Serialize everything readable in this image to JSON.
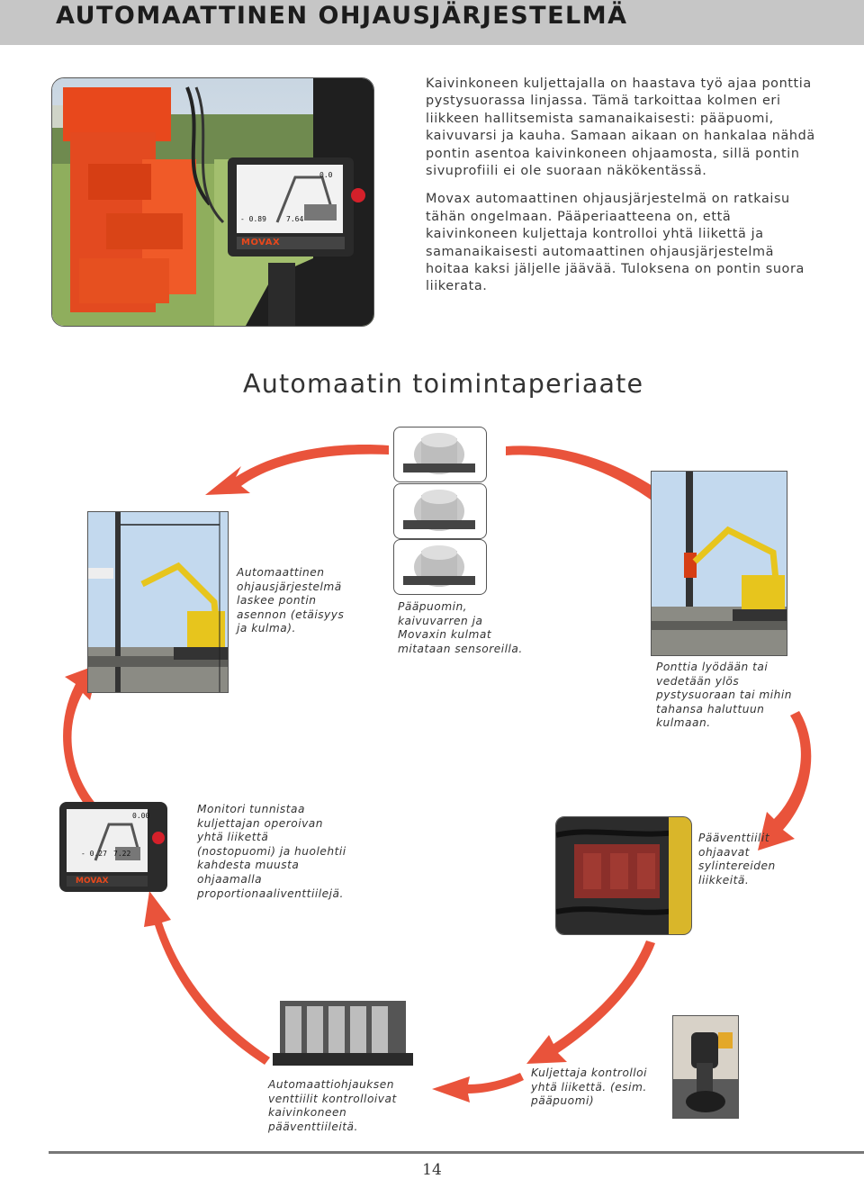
{
  "header": {
    "title": "AUTOMAATTINEN OHJAUSJÄRJESTELMÄ"
  },
  "intro": {
    "paragraph1": "Kaivinkoneen kuljettajalla on haastava työ ajaa ponttia pystysuorassa linjassa. Tämä tarkoittaa kolmen eri liikkeen hallitsemista samanaikaisesti: pääpuomi, kaivuvarsi ja kauha. Samaan aikaan on hankalaa nähdä pontin asentoa kaivinkoneen ohjaamosta, sillä pontin sivuprofiili ei ole suoraan näkökentässä.",
    "paragraph2": "Movax automaattinen ohjausjärjestelmä on ratkaisu tähän ongelmaan. Pääperiaatteena on, että kaivinkoneen kuljettaja kontrolloi yhtä liikettä ja samanaikaisesti automaattinen ohjausjärjestelmä hoitaa kaksi jäljelle jäävää. Tuloksena on pontin suora liikerata."
  },
  "hero_photo": {
    "brand_text": "MOVAX",
    "monitor_readouts": [
      "- 0.89",
      "7.64",
      "0.0"
    ]
  },
  "section": {
    "title": "Automaatin toimintaperiaate"
  },
  "steps": {
    "distance": {
      "caption": "Automaattinen ohjausjärjestelmä laskee pontin asennon (etäisyys ja kulma)."
    },
    "sensors": {
      "caption": "Pääpuomin, kaivuvarren ja Movaxin kulmat mitataan sensoreilla."
    },
    "driving": {
      "caption": "Ponttia lyödään tai vedetään ylös pystysuoraan tai mihin tahansa haluttuun kulmaan."
    },
    "monitor": {
      "caption": "Monitori tunnistaa kuljettajan operoivan yhtä liikettä (nostopuomi) ja huolehtii kahdesta muusta ohjaamalla proportionaaliventtiilejä.",
      "readouts": [
        "- 0.27",
        "7.22",
        "0.00"
      ],
      "brand_text": "MOVAX"
    },
    "main_valves": {
      "caption": "Pääventtiilit ohjaavat sylintereiden liikkeitä."
    },
    "auto_valves": {
      "caption": "Automaattiohjauksen venttiilit kontrolloivat kaivinkoneen pääventtiileitä."
    },
    "operator": {
      "caption": "Kuljettaja kontrolloi yhtä liikettä. (esim. pääpuomi)"
    }
  },
  "footer": {
    "page_number": "14"
  },
  "colors": {
    "arrow": "#e9533b",
    "movax_orange": "#e8481c",
    "header_bg": "#c6c6c6"
  }
}
